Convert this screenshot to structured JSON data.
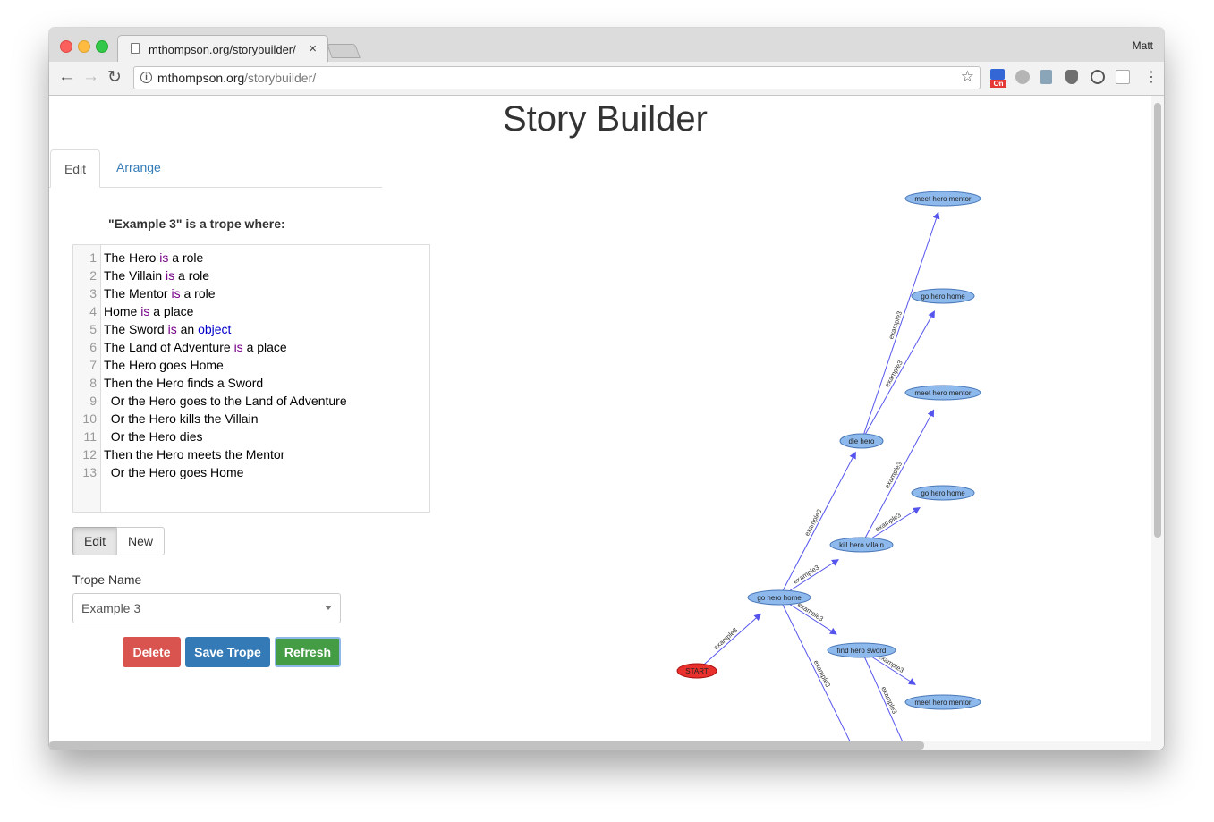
{
  "browser": {
    "tab_title": "mthompson.org/storybuilder/",
    "profile": "Matt",
    "url_host": "mthompson.org",
    "url_path": "/storybuilder/",
    "ext_badge": "On"
  },
  "page": {
    "title": "Story Builder",
    "tabs": {
      "edit": "Edit",
      "arrange": "Arrange"
    },
    "trope_heading": "\"Example 3\" is a trope where:",
    "editor_lines": [
      {
        "n": "1",
        "parts": [
          [
            "The Hero ",
            ""
          ],
          [
            "is",
            "kw"
          ],
          [
            " a role",
            ""
          ]
        ]
      },
      {
        "n": "2",
        "parts": [
          [
            "The Villain ",
            ""
          ],
          [
            "is",
            "kw"
          ],
          [
            " a role",
            ""
          ]
        ]
      },
      {
        "n": "3",
        "parts": [
          [
            "The Mentor ",
            ""
          ],
          [
            "is",
            "kw"
          ],
          [
            " a role",
            ""
          ]
        ]
      },
      {
        "n": "4",
        "parts": [
          [
            "Home ",
            ""
          ],
          [
            "is",
            "kw"
          ],
          [
            " a place",
            ""
          ]
        ]
      },
      {
        "n": "5",
        "parts": [
          [
            "The Sword ",
            ""
          ],
          [
            "is",
            "kw"
          ],
          [
            " an ",
            ""
          ],
          [
            "object",
            "kw2"
          ]
        ]
      },
      {
        "n": "6",
        "parts": [
          [
            "The Land of Adventure ",
            ""
          ],
          [
            "is",
            "kw"
          ],
          [
            " a place",
            ""
          ]
        ]
      },
      {
        "n": "7",
        "parts": [
          [
            "The Hero goes Home",
            ""
          ]
        ]
      },
      {
        "n": "8",
        "parts": [
          [
            "Then the Hero finds a Sword",
            ""
          ]
        ]
      },
      {
        "n": "9",
        "parts": [
          [
            "  Or the Hero goes to the Land of Adventure",
            ""
          ]
        ]
      },
      {
        "n": "10",
        "parts": [
          [
            "  Or the Hero kills the Villain",
            ""
          ]
        ]
      },
      {
        "n": "11",
        "parts": [
          [
            "  Or the Hero dies",
            ""
          ]
        ]
      },
      {
        "n": "12",
        "parts": [
          [
            "Then the Hero meets the Mentor",
            ""
          ]
        ]
      },
      {
        "n": "13",
        "parts": [
          [
            "  Or the Hero goes Home",
            ""
          ]
        ]
      }
    ],
    "mode_buttons": {
      "edit": "Edit",
      "new": "New"
    },
    "trope_name_label": "Trope Name",
    "trope_select_value": "Example 3",
    "actions": {
      "delete": "Delete",
      "save": "Save Trope",
      "refresh": "Refresh"
    },
    "colors": {
      "node": "#8db9ec",
      "start_node": "#e8302c",
      "edge": "#5555ee",
      "delete": "#d9534f",
      "save": "#337ab7",
      "refresh": "#449d44"
    }
  },
  "graph": {
    "nodes": {
      "start": "START",
      "gohome1": "go hero home",
      "findsword": "find hero sword",
      "kill": "kill hero villain",
      "die": "die hero",
      "meet1": "meet hero mentor",
      "gohome2": "go hero home",
      "meet2": "meet hero mentor",
      "gohome3": "go hero home",
      "meet3": "meet hero mentor"
    },
    "edge_label": "example3"
  }
}
